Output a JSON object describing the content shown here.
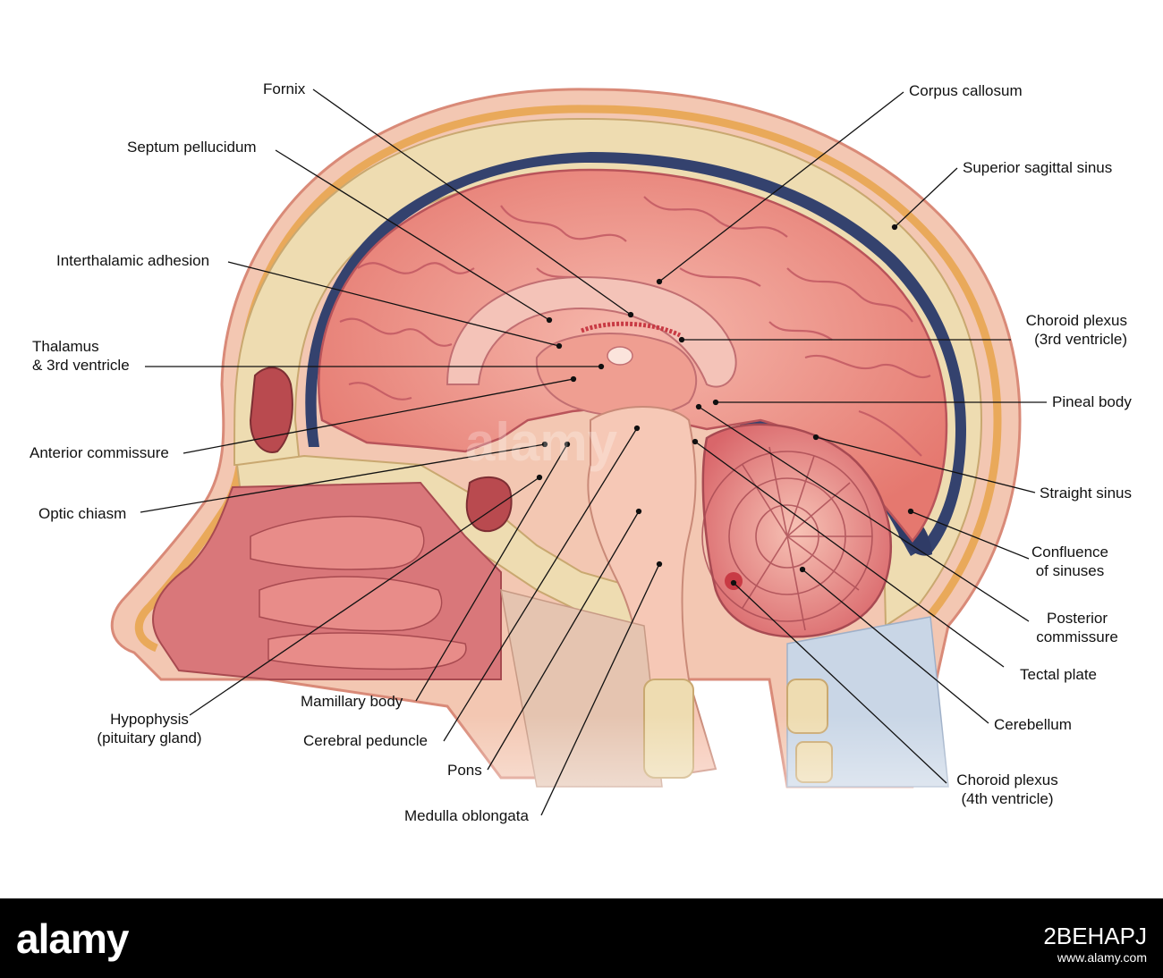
{
  "labels": {
    "fornix": "Fornix",
    "septum": "Septum pellucidum",
    "interthalamic": "Interthalamic adhesion",
    "thalamus1": "Thalamus",
    "thalamus2": "& 3rd ventricle",
    "anterior_commissure": "Anterior commissure",
    "optic_chiasm": "Optic chiasm",
    "hypophysis1": "Hypophysis",
    "hypophysis2": "(pituitary gland)",
    "mamillary": "Mamillary body",
    "cerebral_peduncle": "Cerebral peduncle",
    "pons": "Pons",
    "medulla": "Medulla oblongata",
    "corpus_callosum": "Corpus callosum",
    "superior_sagittal": "Superior sagittal sinus",
    "choroid3_1": "Choroid plexus",
    "choroid3_2": "(3rd ventricle)",
    "pineal": "Pineal body",
    "straight_sinus": "Straight sinus",
    "confluence1": "Confluence",
    "confluence2": "of sinuses",
    "posterior1": "Posterior",
    "posterior2": "commissure",
    "tectal": "Tectal plate",
    "cerebellum": "Cerebellum",
    "choroid4_1": "Choroid plexus",
    "choroid4_2": "(4th ventricle)"
  },
  "watermark": {
    "logo": "alamy",
    "image_id": "2BEHAPJ",
    "url": "www.alamy.com",
    "overlay": "alamy"
  },
  "colors": {
    "brain": "#e9877f",
    "brain_light": "#f4b2a6",
    "bone": "#efdcb4",
    "skin": "#f2c9b4",
    "sinus": "#34426e",
    "leader": "#111111"
  }
}
